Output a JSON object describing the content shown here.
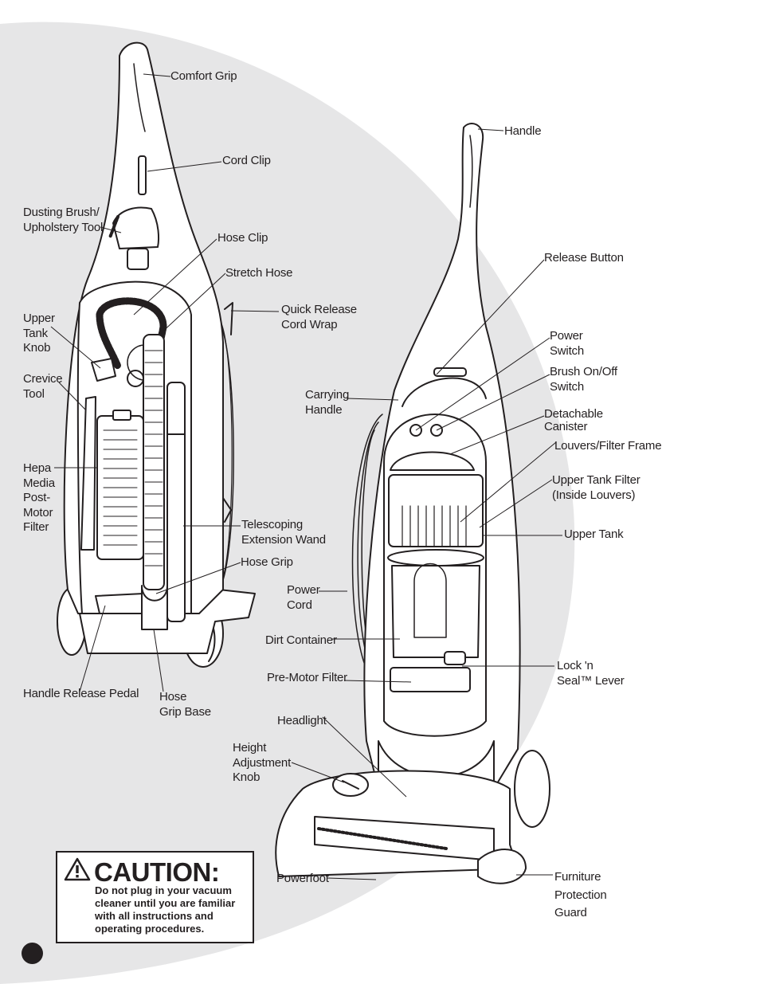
{
  "labels": {
    "comfort_grip": "Comfort Grip",
    "cord_clip": "Cord Clip",
    "dusting_brush": "Dusting Brush/\nUpholstery Tool",
    "hose_clip": "Hose Clip",
    "stretch_hose": "Stretch Hose",
    "quick_release": "Quick Release\nCord Wrap",
    "upper_tank_knob": "Upper\nTank\nKnob",
    "crevice_tool": "Crevice\nTool",
    "hepa_filter": "Hepa\nMedia\nPost-\nMotor\nFilter",
    "telescoping_wand": "Telescoping\nExtension Wand",
    "hose_grip": "Hose Grip",
    "handle_release_pedal": "Handle Release Pedal",
    "hose_grip_base": "Hose\nGrip Base",
    "handle": "Handle",
    "release_button": "Release Button",
    "power_switch": "Power\nSwitch",
    "brush_switch": "Brush On/Off\nSwitch",
    "carrying_handle": "Carrying\nHandle",
    "detachable_canister": "Detachable\nCanister",
    "louvers": "Louvers/Filter Frame",
    "upper_tank_filter": "Upper Tank Filter\n(Inside Louvers)",
    "upper_tank": "Upper Tank",
    "power_cord": "Power\nCord",
    "dirt_container": "Dirt Container",
    "lock_seal": "Lock 'n\nSeal™ Lever",
    "pre_motor_filter": "Pre-Motor Filter",
    "headlight": "Headlight",
    "height_knob": "Height\nAdjustment\nKnob",
    "powerfoot": "Powerfoot",
    "furniture_guard": "Furniture\nProtection\nGuard"
  },
  "caution": {
    "title": "CAUTION:",
    "body": "Do not plug in your vacuum cleaner until you are familiar with all instructions and operating procedures.",
    "icon": "warning-triangle-icon"
  },
  "colors": {
    "ink": "#231f20",
    "background_shape": "#e6e6e7",
    "paper": "#ffffff"
  }
}
